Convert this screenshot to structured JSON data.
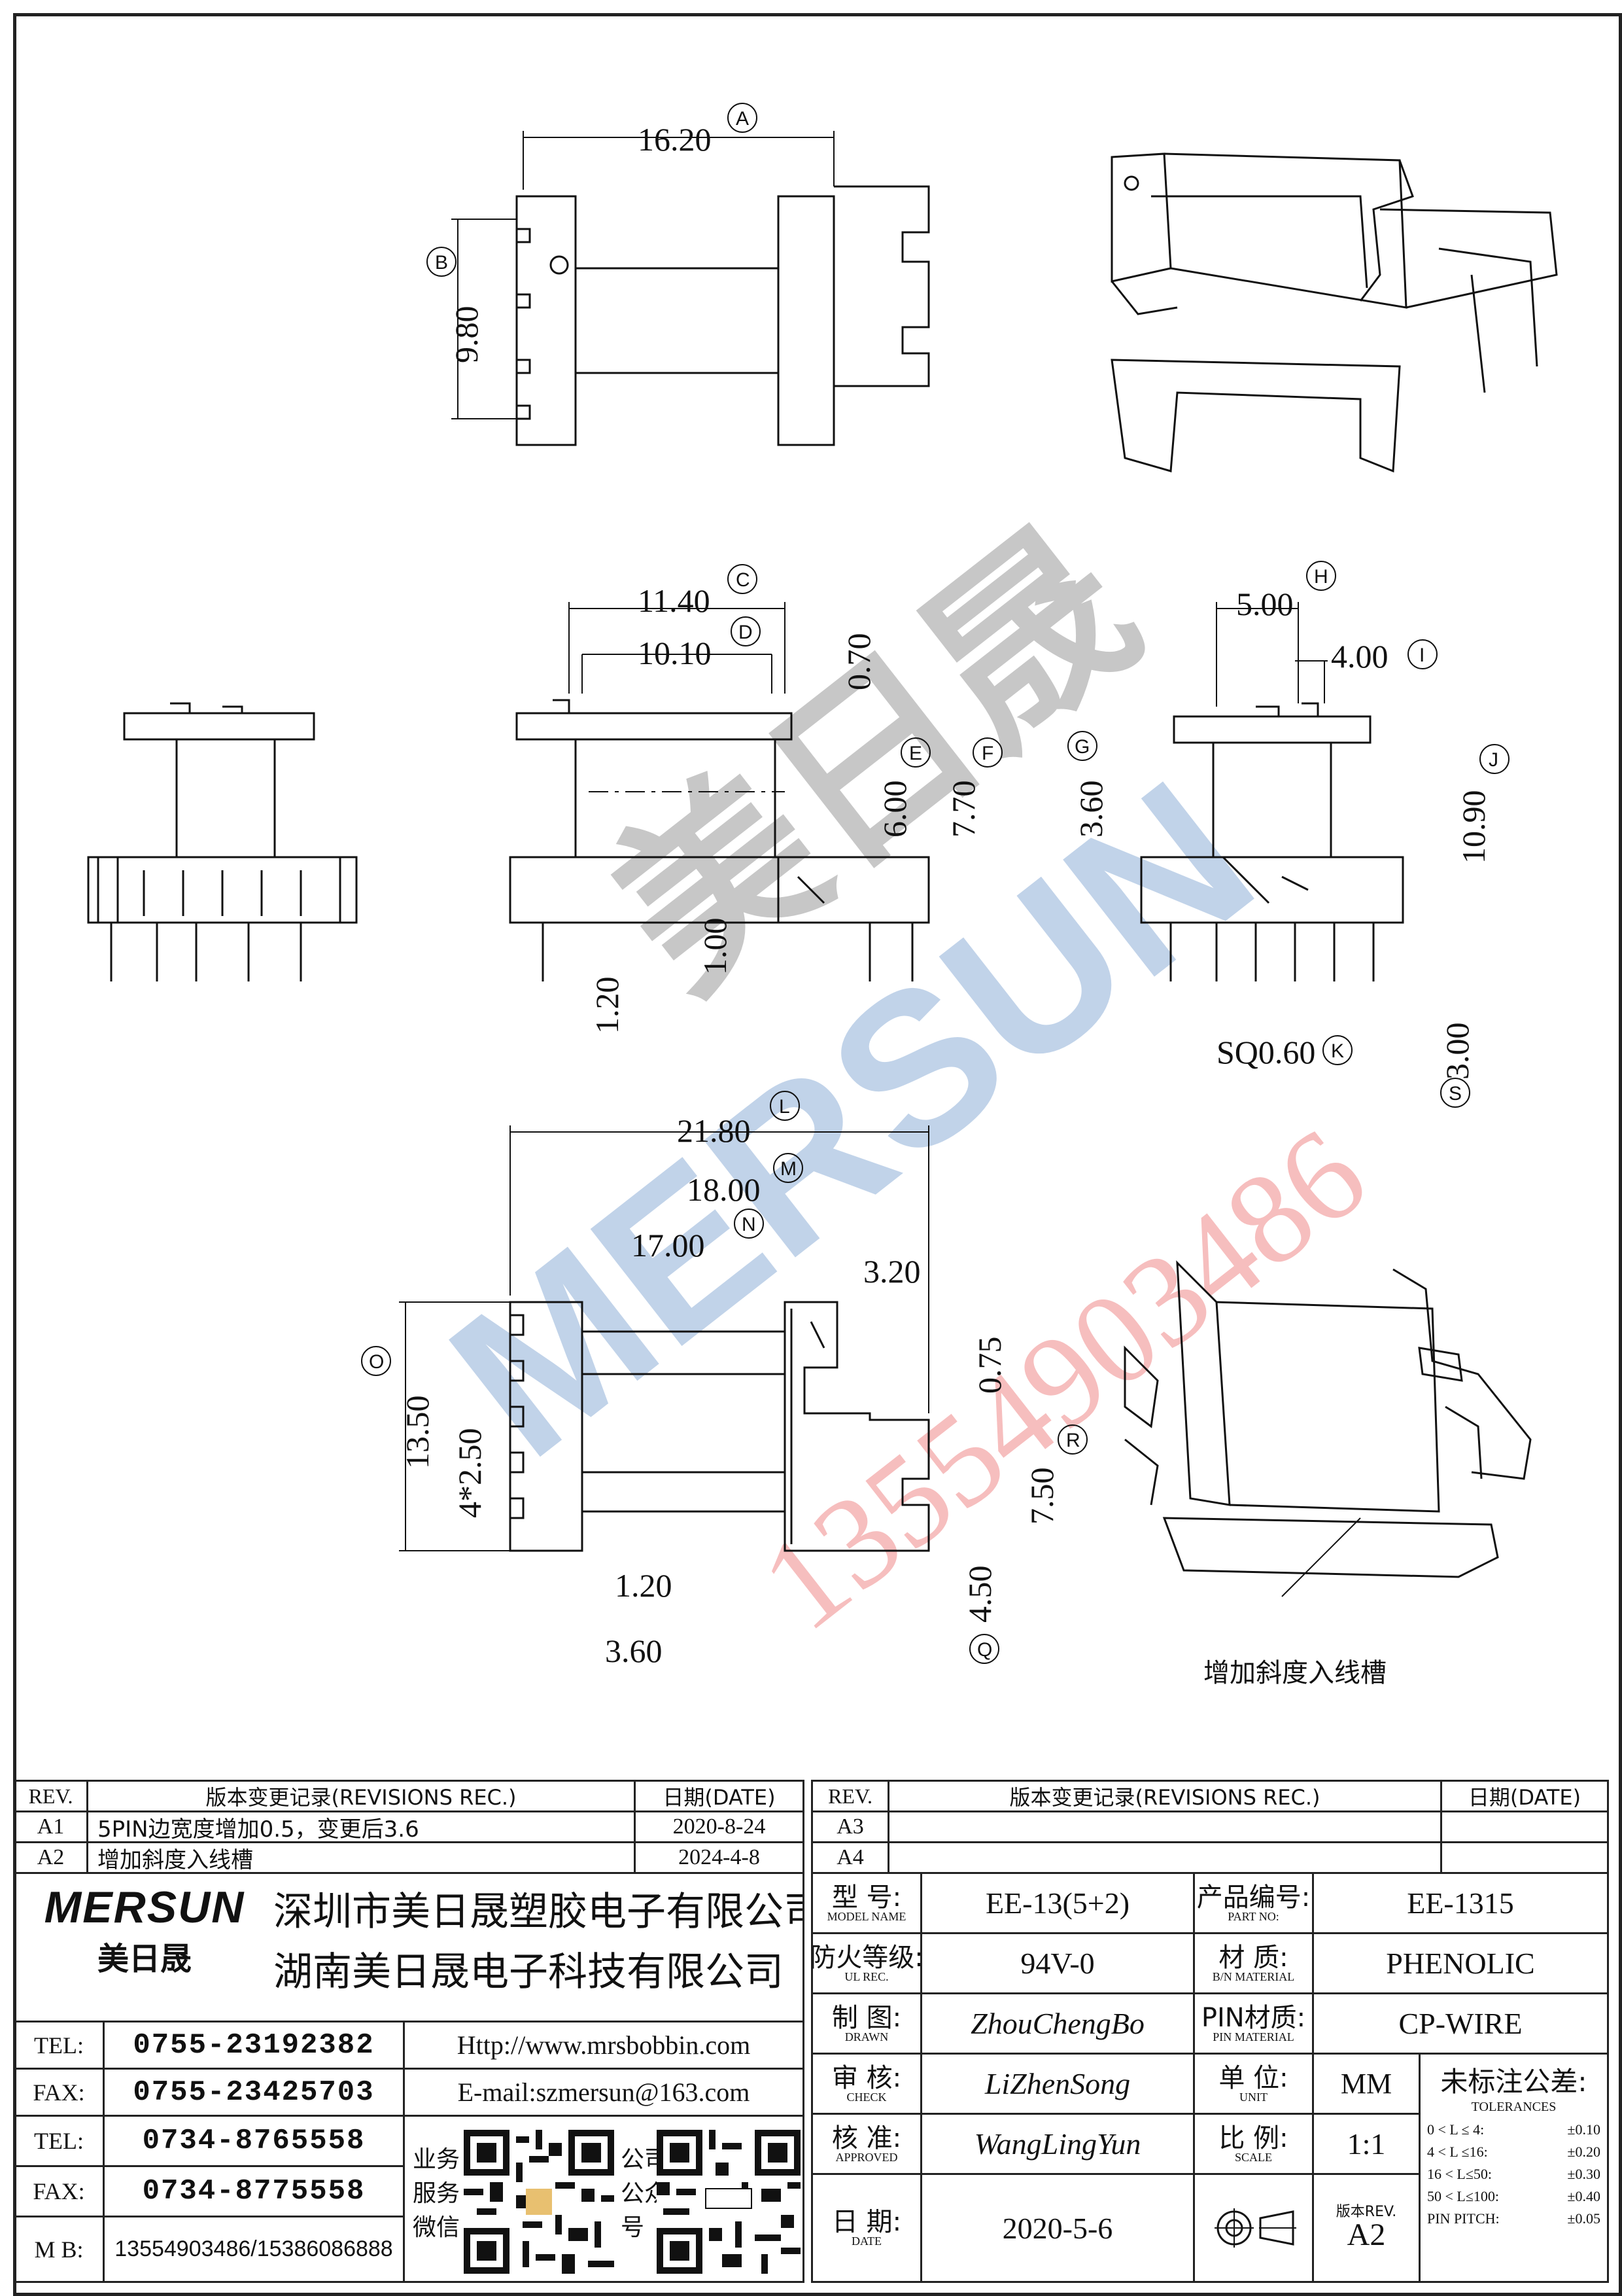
{
  "dimensions": {
    "top": {
      "width": "16.20",
      "height": "9.80"
    },
    "front": {
      "d1": "11.40",
      "d2": "10.10",
      "d3": "0.70",
      "d4": "6.00",
      "d5": "7.70",
      "d6": "3.60",
      "d7": "1.00",
      "d8": "1.20"
    },
    "side": {
      "d1": "5.00",
      "d2": "4.00",
      "d3": "10.90",
      "d4": "SQ0.60",
      "d5": "3.00"
    },
    "bottom": {
      "d1": "21.80",
      "d2": "18.00",
      "d3": "17.00",
      "d4": "3.20",
      "d5": "13.50",
      "d6": "4*2.50",
      "d7": "0.75",
      "d8": "7.50",
      "d9": "1.20",
      "d10": "3.60",
      "d11": "4.50"
    }
  },
  "bubbles": [
    "A",
    "B",
    "C",
    "D",
    "E",
    "F",
    "G",
    "H",
    "I",
    "J",
    "K",
    "S",
    "L",
    "M",
    "N",
    "O",
    "R",
    "Q"
  ],
  "annotation": "增加斜度入线槽",
  "watermark": {
    "brand": "MERSUN",
    "cn": "美日晟",
    "phone": "13554903486"
  },
  "revisions_left": {
    "header": {
      "rev": "REV.",
      "desc": "版本变更记录(REVISIONS REC.)",
      "date": "日期(DATE)"
    },
    "rows": [
      {
        "rev": "A1",
        "desc": "5PIN边宽度增加0.5，变更后3.6",
        "date": "2020-8-24"
      },
      {
        "rev": "A2",
        "desc": "增加斜度入线槽",
        "date": "2024-4-8"
      }
    ]
  },
  "revisions_right": {
    "header": {
      "rev": "REV.",
      "desc": "版本变更记录(REVISIONS REC.)",
      "date": "日期(DATE)"
    },
    "rows": [
      {
        "rev": "A3",
        "desc": "",
        "date": ""
      },
      {
        "rev": "A4",
        "desc": "",
        "date": ""
      }
    ]
  },
  "company": {
    "logo": "MERSUN",
    "logo_cn": "美日晟",
    "name1": "深圳市美日晟塑胶电子有限公司",
    "name2": "湖南美日晟电子科技有限公司",
    "website": "Http://www.mrsbobbin.com",
    "email": "E-mail:szmersun@163.com",
    "qr_label_left": [
      "业务",
      "服务",
      "微信"
    ],
    "qr_label_right": [
      "公司",
      "公众",
      "号"
    ]
  },
  "contacts": [
    {
      "label": "TEL:",
      "value": "0755-23192382"
    },
    {
      "label": "FAX:",
      "value": "0755-23425703"
    },
    {
      "label": "TEL:",
      "value": "0734-8765558"
    },
    {
      "label": "FAX:",
      "value": "0734-8775558"
    },
    {
      "label": "M B:",
      "value": "13554903486/15386086888"
    }
  ],
  "info": {
    "model": {
      "cn": "型  号:",
      "en": "MODEL NAME",
      "value": "EE-13(5+2)"
    },
    "part": {
      "cn": "产品编号:",
      "en": "PART NO:",
      "value": "EE-1315"
    },
    "ul": {
      "cn": "防火等级:",
      "en": "UL REC.",
      "value": "94V-0"
    },
    "material": {
      "cn": "材  质:",
      "en": "B/N MATERIAL",
      "value": "PHENOLIC"
    },
    "drawn": {
      "cn": "制  图:",
      "en": "DRAWN",
      "value": "ZhouChengBo"
    },
    "pin": {
      "cn": "PIN材质:",
      "en": "PIN MATERIAL",
      "value": "CP-WIRE"
    },
    "check": {
      "cn": "审  核:",
      "en": "CHECK",
      "value": "LiZhenSong"
    },
    "unit": {
      "cn": "单  位:",
      "en": "UNIT",
      "value": "MM"
    },
    "approved": {
      "cn": "核  准:",
      "en": "APPROVED",
      "value": "WangLingYun"
    },
    "scale": {
      "cn": "比  例:",
      "en": "SCALE",
      "value": "1:1"
    },
    "date": {
      "cn": "日  期:",
      "en": "DATE",
      "value": "2020-5-6"
    },
    "rev": {
      "cn": "版本REV.",
      "value": "A2"
    }
  },
  "tolerances": {
    "title": "未标注公差:",
    "subtitle": "TOLERANCES",
    "rows": [
      {
        "range": "0 < L ≤  4:",
        "tol": "±0.10"
      },
      {
        "range": "4 < L ≤16:",
        "tol": "±0.20"
      },
      {
        "range": "16 < L≤50:",
        "tol": "±0.30"
      },
      {
        "range": "50 < L≤100:",
        "tol": "±0.40"
      },
      {
        "range": "PIN PITCH:",
        "tol": "±0.05"
      }
    ]
  }
}
